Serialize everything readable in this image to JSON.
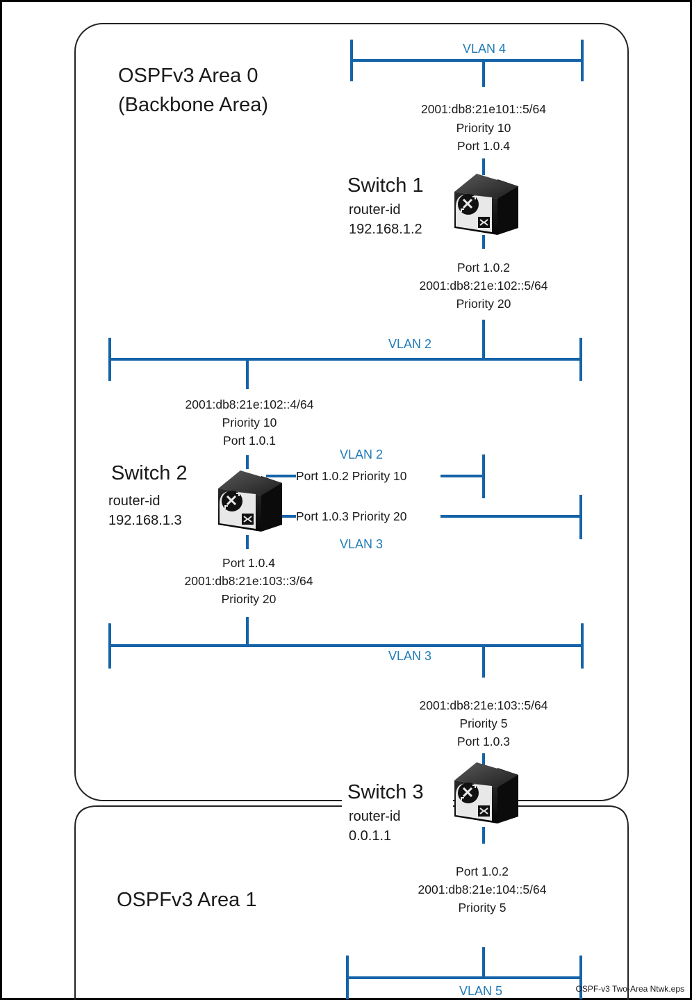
{
  "areas": {
    "area0_line1": "OSPFv3 Area 0",
    "area0_line2": "(Backbone Area)",
    "area1": "OSPFv3 Area 1"
  },
  "vlans": {
    "vlan4": "VLAN 4",
    "vlan2_top": "VLAN 2",
    "vlan2_side": "VLAN 2",
    "vlan3_side": "VLAN 3",
    "vlan3_bottom": "VLAN 3",
    "vlan5": "VLAN 5"
  },
  "switch1": {
    "name": "Switch 1",
    "router_id_label": "router-id",
    "router_id": "192.168.1.2",
    "up_addr": "2001:db8:21e101::5/64",
    "up_priority": "Priority 10",
    "up_port": "Port 1.0.4",
    "down_port": "Port 1.0.2",
    "down_addr": "2001:db8:21e:102::5/64",
    "down_priority": "Priority 20"
  },
  "switch2": {
    "name": "Switch 2",
    "router_id_label": "router-id",
    "router_id": "192.168.1.3",
    "up_addr": "2001:db8:21e:102::4/64",
    "up_priority": "Priority 10",
    "up_port": "Port 1.0.1",
    "side1": "Port 1.0.2 Priority 10",
    "side2": "Port 1.0.3 Priority 20",
    "down_port": "Port 1.0.4",
    "down_addr": "2001:db8:21e:103::3/64",
    "down_priority": "Priority 20"
  },
  "switch3": {
    "name": "Switch 3",
    "router_id_label": "router-id",
    "router_id": "0.0.1.1",
    "up_addr": "2001:db8:21e:103::5/64",
    "up_priority": "Priority 5",
    "up_port": "Port 1.0.3",
    "down_port": "Port 1.0.2",
    "down_addr": "2001:db8:21e:104::5/64",
    "down_priority": "Priority 5"
  },
  "caption": "OSPF-v3 Two-Area Ntwk.eps",
  "colors": {
    "vlan_line": "#1563a8",
    "vlan_text": "#1f7bb8",
    "border": "#000000"
  }
}
